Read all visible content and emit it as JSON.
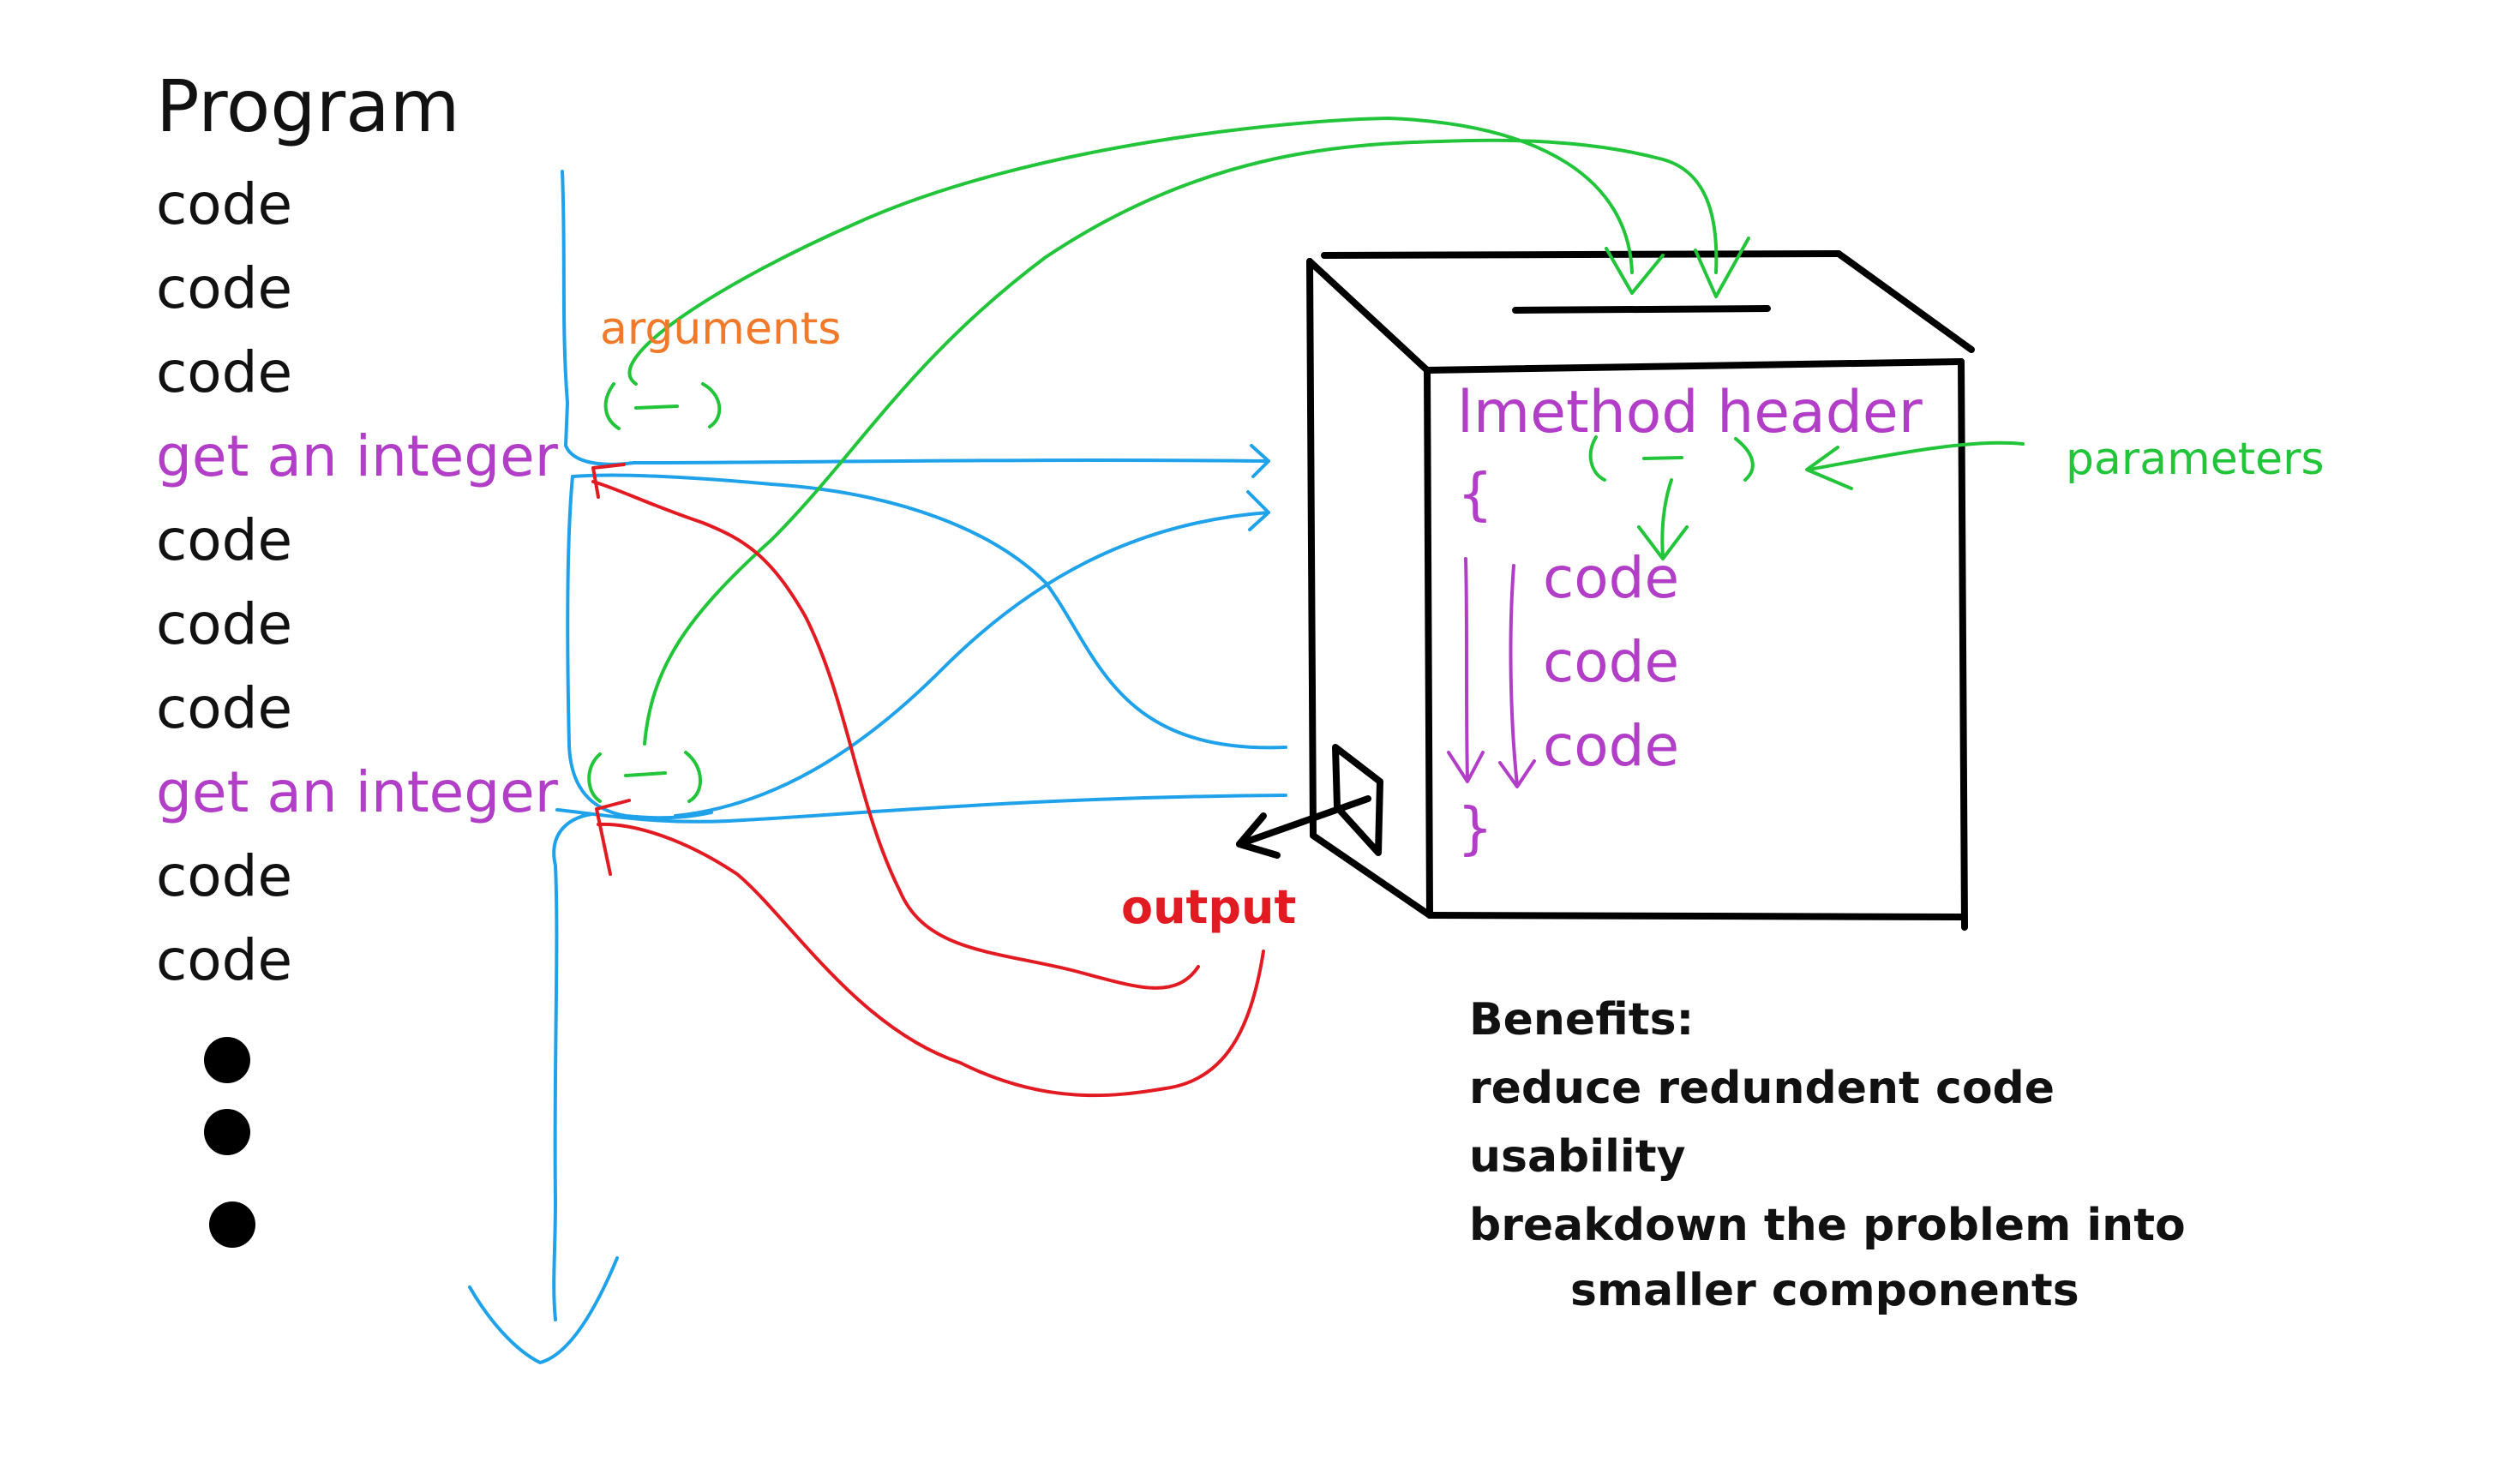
{
  "colors": {
    "text": "#111111",
    "purple": "#b23ec8",
    "green": "#22c43a",
    "blue": "#1fa2ea",
    "red": "#e21b23",
    "orange": "#f07a2a",
    "black": "#000000"
  },
  "program": {
    "title": "Program",
    "lines": [
      {
        "text": "code"
      },
      {
        "text": "code"
      },
      {
        "text": "code"
      },
      {
        "text": "get an integer",
        "highlight": true
      },
      {
        "text": "code"
      },
      {
        "text": "code"
      },
      {
        "text": "code"
      },
      {
        "text": "get an integer",
        "highlight": true
      },
      {
        "text": "code"
      },
      {
        "text": "code"
      }
    ]
  },
  "labels": {
    "arguments": "arguments",
    "parameters": "parameters",
    "output": "output"
  },
  "method_box": {
    "header": "lmethod header",
    "open_brace": "{",
    "close_brace": "}",
    "body": [
      "code",
      "code",
      "code"
    ]
  },
  "benefits": {
    "title": "Benefits:",
    "items": [
      "reduce redundent code",
      "usability",
      "breakdown the problem into",
      "smaller components"
    ]
  },
  "icons": {
    "ellipsis": "vertical-dots-icon",
    "flow_arrows": "hand-drawn-arrow-icon"
  }
}
